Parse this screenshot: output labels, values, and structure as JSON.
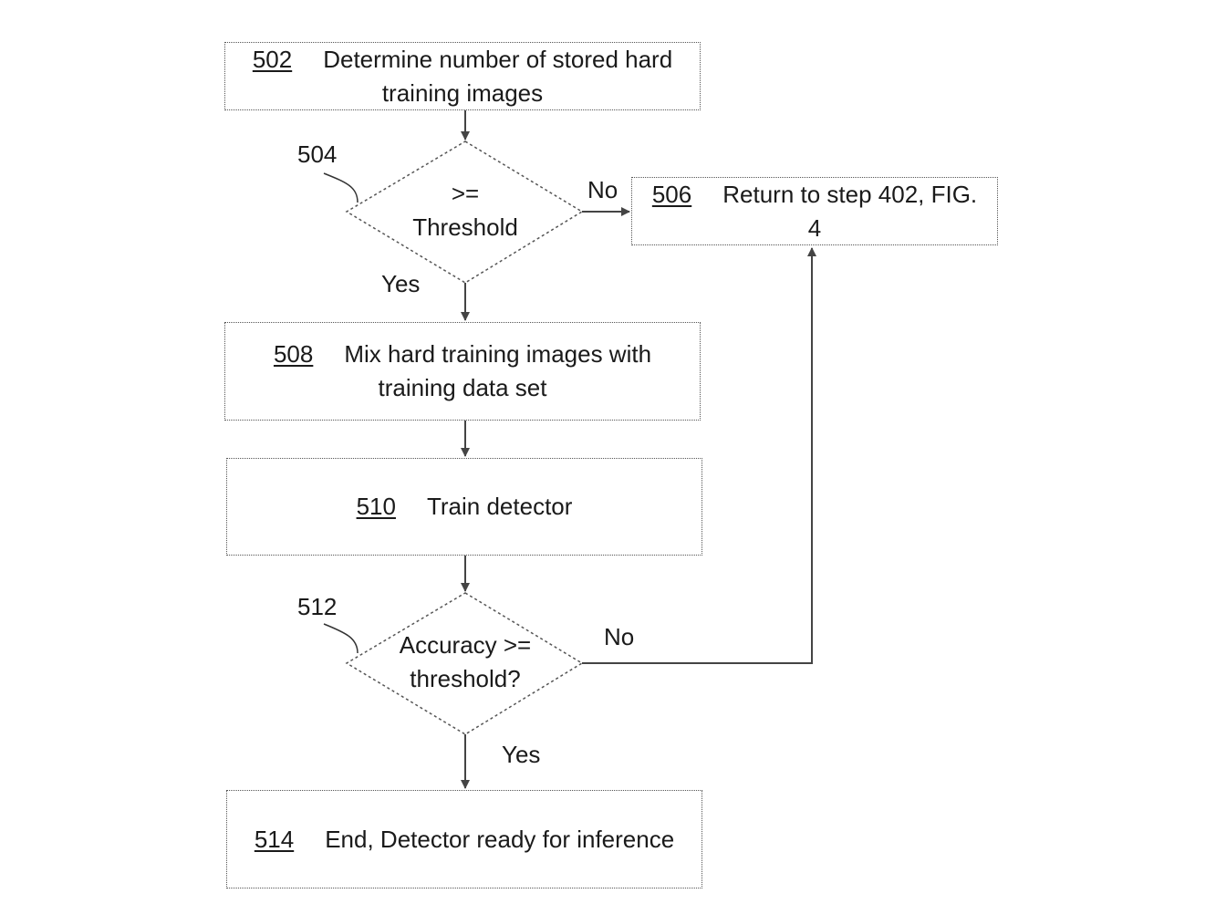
{
  "steps": {
    "s502": {
      "ref": "502",
      "text_line1": "Determine number of stored hard",
      "text_line2": "training images"
    },
    "s504": {
      "ref": "504",
      "line1": ">=",
      "line2": "Threshold"
    },
    "s506": {
      "ref": "506",
      "text_line1": "Return to step 402, FIG.",
      "text_line2": "4"
    },
    "s508": {
      "ref": "508",
      "text_line1": "Mix hard training images with",
      "text_line2": "training data set"
    },
    "s510": {
      "ref": "510",
      "text": "Train detector"
    },
    "s512": {
      "ref": "512",
      "line1": "Accuracy >=",
      "line2": "threshold?"
    },
    "s514": {
      "ref": "514",
      "text": "End, Detector ready for inference"
    }
  },
  "edges": {
    "no_504": "No",
    "yes_504": "Yes",
    "no_512": "No",
    "yes_512": "Yes"
  }
}
